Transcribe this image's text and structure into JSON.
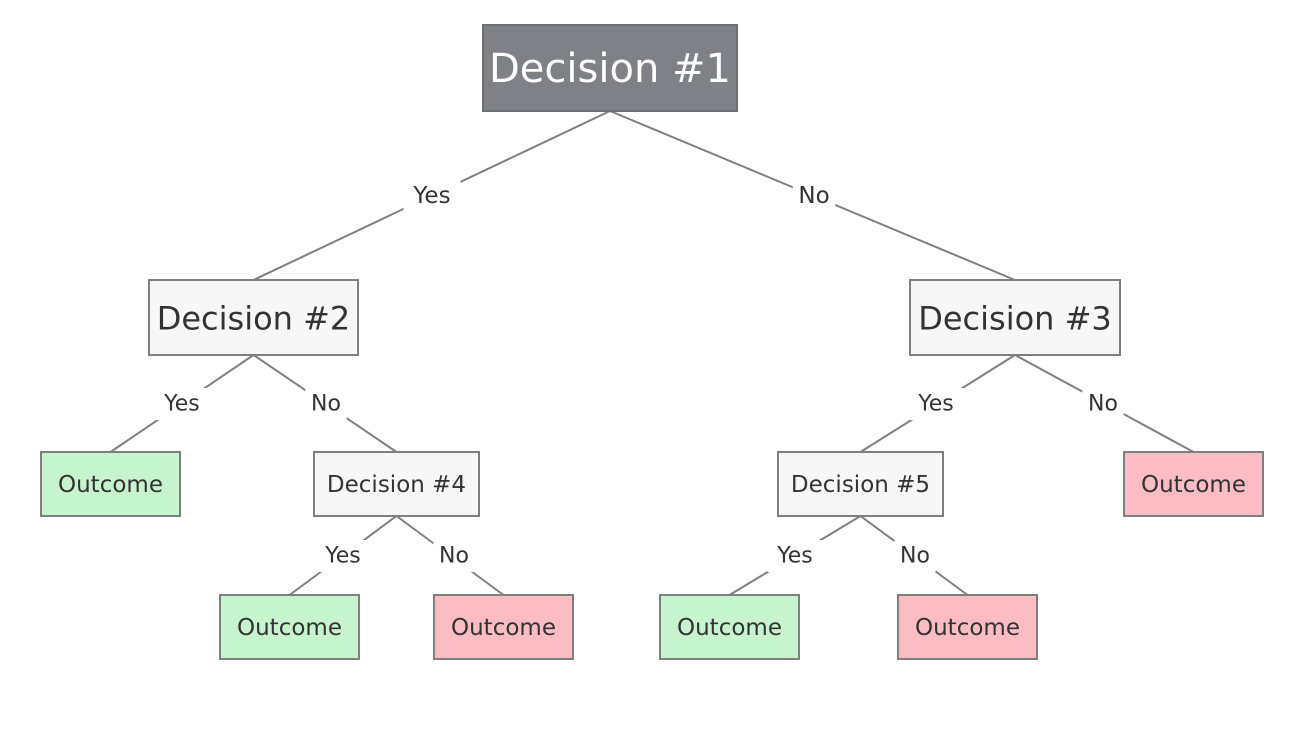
{
  "diagram": {
    "colors": {
      "root_fill": "#808087",
      "root_text": "#ffffff",
      "decision_fill": "#f7f7f7",
      "decision_text": "#333333",
      "outcome_yes_fill": "#c6f4ce",
      "outcome_no_fill": "#fbbcc4",
      "outcome_text": "#333333",
      "edge": "#7f7f7f"
    },
    "nodes": [
      {
        "id": "d1",
        "label": "Decision #1",
        "kind": "root"
      },
      {
        "id": "d2",
        "label": "Decision #2",
        "kind": "decision"
      },
      {
        "id": "d3",
        "label": "Decision #3",
        "kind": "decision"
      },
      {
        "id": "o1",
        "label": "Outcome",
        "kind": "outcome-yes"
      },
      {
        "id": "d4",
        "label": "Decision #4",
        "kind": "decision"
      },
      {
        "id": "d5",
        "label": "Decision #5",
        "kind": "decision"
      },
      {
        "id": "o2",
        "label": "Outcome",
        "kind": "outcome-no"
      },
      {
        "id": "o3",
        "label": "Outcome",
        "kind": "outcome-yes"
      },
      {
        "id": "o4",
        "label": "Outcome",
        "kind": "outcome-no"
      },
      {
        "id": "o5",
        "label": "Outcome",
        "kind": "outcome-yes"
      },
      {
        "id": "o6",
        "label": "Outcome",
        "kind": "outcome-no"
      }
    ],
    "edges": [
      {
        "from": "d1",
        "to": "d2",
        "label": "Yes"
      },
      {
        "from": "d1",
        "to": "d3",
        "label": "No"
      },
      {
        "from": "d2",
        "to": "o1",
        "label": "Yes"
      },
      {
        "from": "d2",
        "to": "d4",
        "label": "No"
      },
      {
        "from": "d3",
        "to": "d5",
        "label": "Yes"
      },
      {
        "from": "d3",
        "to": "o2",
        "label": "No"
      },
      {
        "from": "d4",
        "to": "o3",
        "label": "Yes"
      },
      {
        "from": "d4",
        "to": "o4",
        "label": "No"
      },
      {
        "from": "d5",
        "to": "o5",
        "label": "Yes"
      },
      {
        "from": "d5",
        "to": "o6",
        "label": "No"
      }
    ]
  }
}
